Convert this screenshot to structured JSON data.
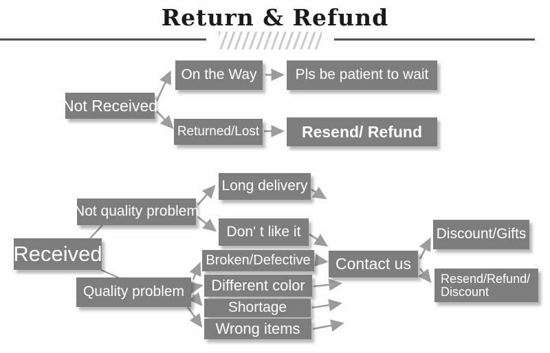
{
  "title": "Return & Refund",
  "nodes": {
    "not_received": "Not Received",
    "on_the_way": "On the Way",
    "pls_be_patient": "Pls be patient to wait",
    "returned_lost": "Returned/Lost",
    "resend_refund": "Resend/ Refund",
    "received": "Received",
    "not_quality_problem": "Not quality problem",
    "long_delivery": "Long delivery",
    "dont_like_it": "Don' t like it",
    "quality_problem": "Quality problem",
    "broken_defective": "Broken/Defective",
    "different_color": "Different color",
    "shortage": "Shortage",
    "wrong_items": "Wrong items",
    "contact_us": "Contact us",
    "discount_gifts": "Discount/Gifts",
    "resend_refund_discount_line1": "Resend/Refund/",
    "resend_refund_discount_line2": "Discount"
  },
  "colors": {
    "box_fill": "#7d7d7d",
    "box_text": "#ffffff",
    "connector": "#9c9c9c",
    "title_text": "#1a1a1a",
    "title_rule": "#4f4f4f",
    "hatch": "#c9c9c9",
    "background": "#fefefe"
  }
}
